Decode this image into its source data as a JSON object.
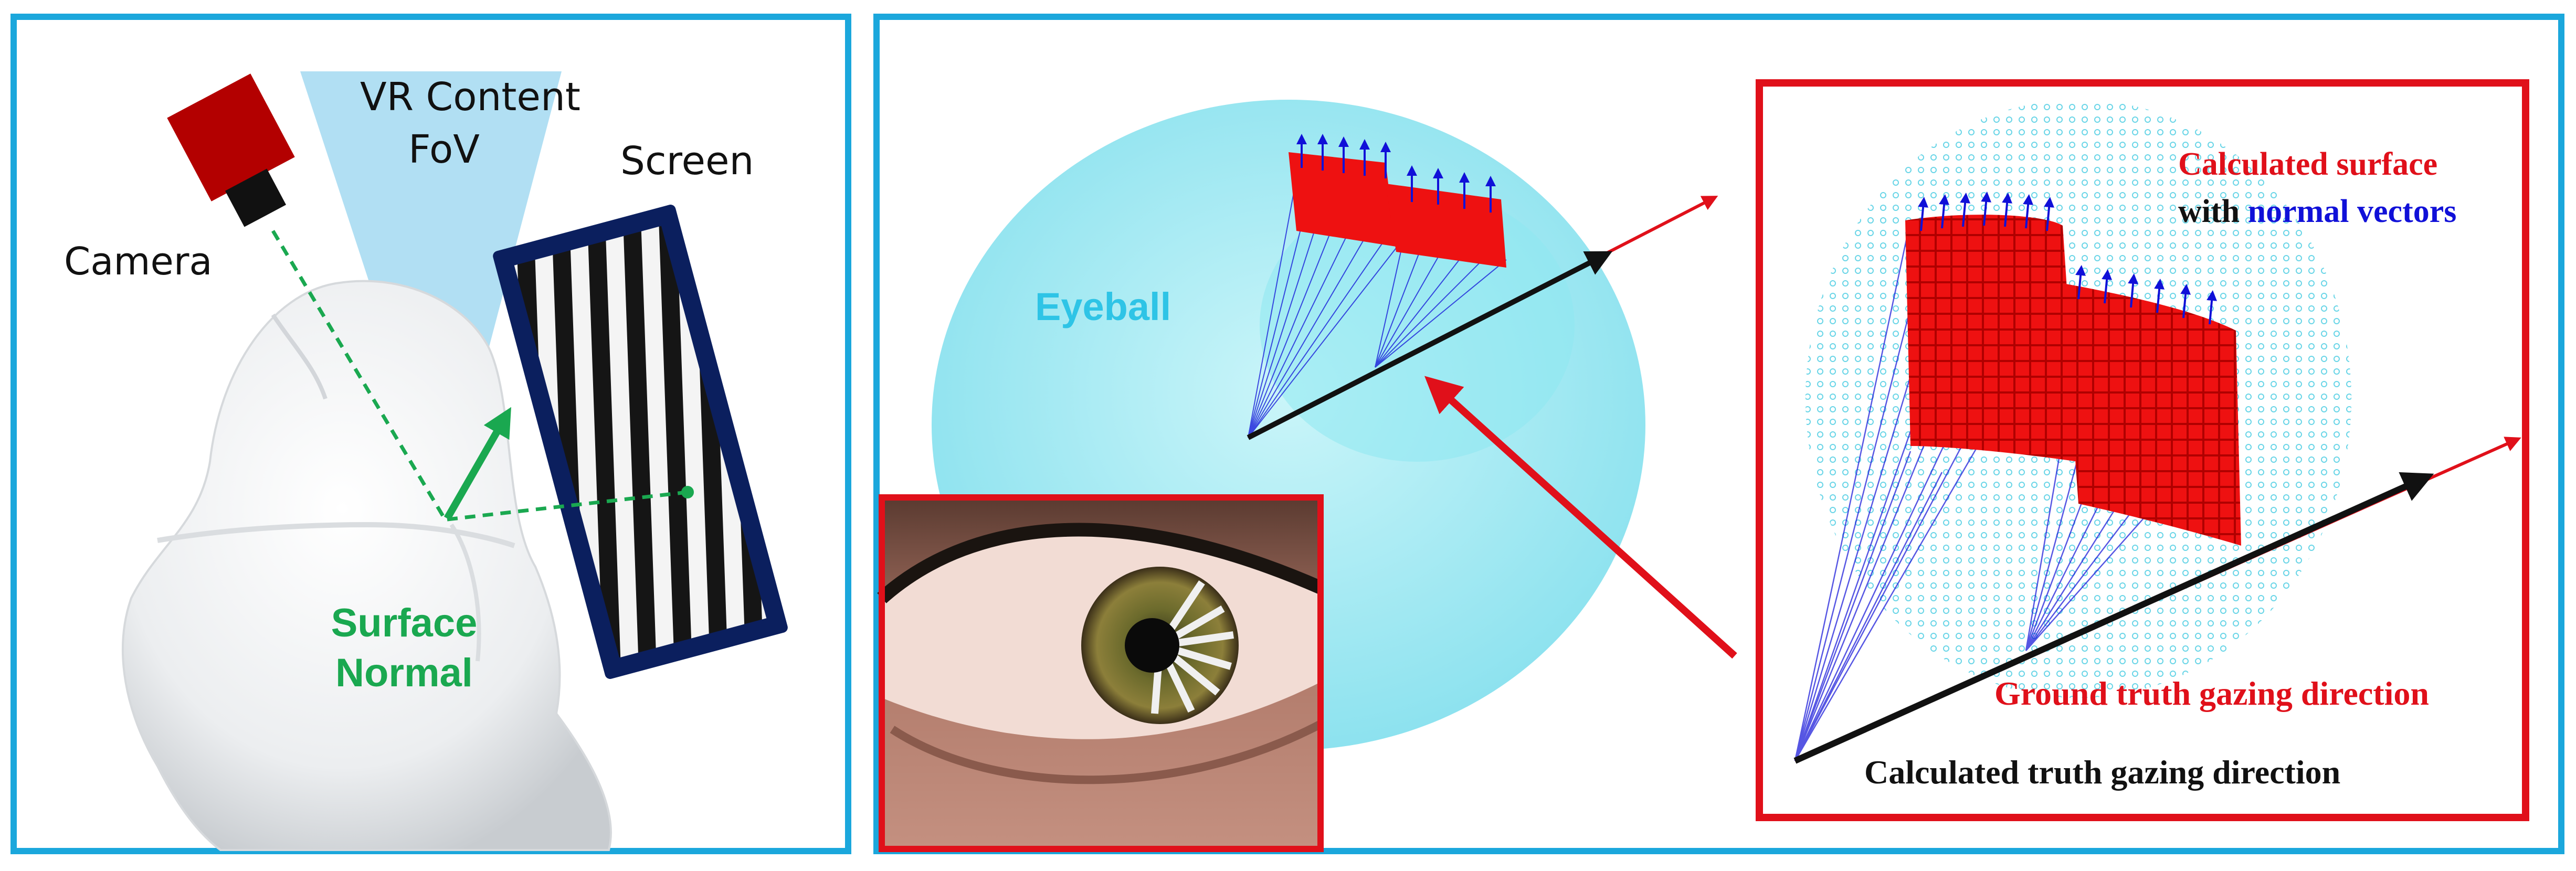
{
  "left_panel": {
    "camera_label": "Camera",
    "vr_content_line1": "VR Content",
    "vr_content_line2": "FoV",
    "screen_label": "Screen",
    "surface_normal_line1": "Surface",
    "surface_normal_line2": "Normal"
  },
  "right_panel": {
    "eyeball_label": "Eyeball",
    "calculated_surface_label": "Calculated surface",
    "with_label": "with",
    "normal_vectors_label": "normal vectors",
    "ground_truth_label": "Ground truth gazing direction",
    "calculated_truth_label": "Calculated truth gazing direction"
  },
  "colors": {
    "panel_border": "#1ba7dc",
    "inset_border": "#e0101a",
    "camera_body": "#b30000",
    "camera_lens": "#111111",
    "fov_cone": "#a8dcf2",
    "screen_frame": "#0b1f5e",
    "surface_normal": "#1aa850",
    "eyeball": "#8ee8f0",
    "normal_vector_arrows": "#1010d8",
    "calculated_surface": "#ee1111",
    "ground_truth_arrow": "#e0101a",
    "calculated_arrow": "#111111"
  }
}
